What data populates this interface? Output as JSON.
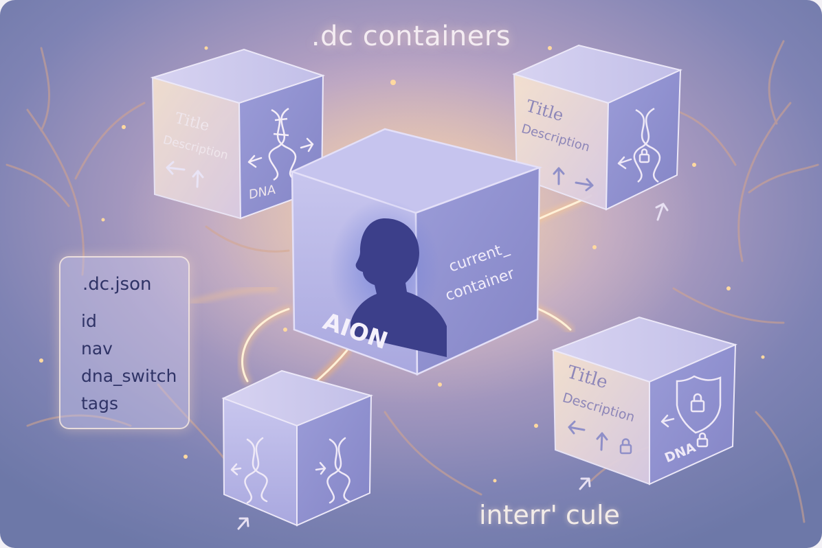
{
  "header": {
    "title": ".dc containers"
  },
  "json_panel": {
    "title": ".dc.json",
    "fields": [
      "id",
      "nav",
      "dna_switch",
      "tags"
    ]
  },
  "center_cube": {
    "front_label": "AION",
    "side_label_line1": "current_",
    "side_label_line2": "container"
  },
  "cube_top_left": {
    "title": "Title",
    "description": "Description",
    "tag": "DNA"
  },
  "cube_top_right": {
    "title": "Title",
    "description": "Description"
  },
  "cube_bottom_right": {
    "title": "Title",
    "description": "Description",
    "tag": "DNA"
  },
  "footer": {
    "caption": "interr' cule"
  },
  "colors": {
    "background": "#7f83b4",
    "glow": "#ffc887",
    "cube_face": "#b9b8e6",
    "cube_side": "#8f90d0",
    "text": "#3e3d73"
  },
  "icons": [
    "dna-helix-icon",
    "lock-icon",
    "shield-lock-icon",
    "person-silhouette-icon",
    "arrow-left-icon",
    "arrow-up-icon",
    "arrow-right-icon"
  ]
}
